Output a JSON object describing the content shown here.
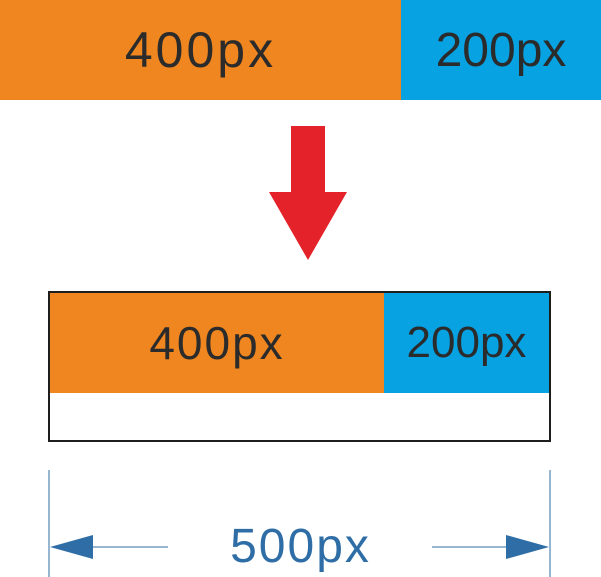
{
  "top_row": {
    "wide_block_label": "400px",
    "narrow_block_label": "200px"
  },
  "bottom_row": {
    "wide_block_label": "400px",
    "narrow_block_label": "200px"
  },
  "dimension": {
    "label": "500px"
  },
  "colors": {
    "orange": "#f0861f",
    "blue": "#07a2e2",
    "arrow_red": "#e42229",
    "dimension_blue": "#2e6da5",
    "border": "#1e1e1e"
  }
}
